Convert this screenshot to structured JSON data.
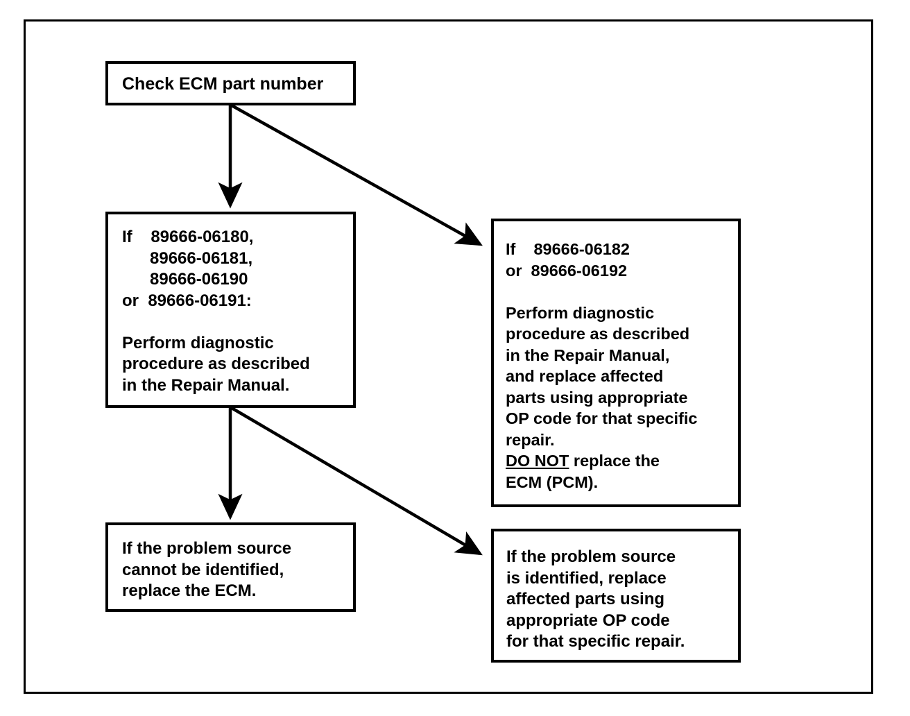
{
  "diagram": {
    "title": "ECM part number diagnostic flowchart",
    "frame": {
      "name": "outer-border"
    },
    "nodes": [
      {
        "id": "check-part",
        "text": "Check ECM part number"
      },
      {
        "id": "group-a",
        "text": "If    89666-06180,\n      89666-06181,\n      89666-06190\nor  89666-06191:\n\nPerform diagnostic\nprocedure as described\nin the Repair Manual."
      },
      {
        "id": "group-b",
        "text_before": "If    89666-06182\nor  89666-06192\n\nPerform diagnostic\nprocedure as described\nin the Repair Manual,\nand replace affected\nparts using appropriate\nOP code for that specific\nrepair.\n",
        "emphasis": "DO NOT",
        "text_after": " replace the\nECM (PCM)."
      },
      {
        "id": "result-left",
        "text": "If the problem source\ncannot be identified,\nreplace the ECM."
      },
      {
        "id": "result-right",
        "text": "If the problem source\nis identified, replace\naffected parts using\nappropriate OP code\nfor that specific repair."
      }
    ],
    "edges": [
      {
        "id": "edge-check-to-group-a",
        "from": "check-part",
        "to": "group-a",
        "style": "vertical-arrow"
      },
      {
        "id": "edge-check-to-group-b",
        "from": "check-part",
        "to": "group-b",
        "style": "diagonal-arrow"
      },
      {
        "id": "edge-group-a-to-result-left",
        "from": "group-a",
        "to": "result-left",
        "style": "vertical-arrow"
      },
      {
        "id": "edge-group-a-to-result-right",
        "from": "group-a",
        "to": "result-right",
        "style": "diagonal-arrow"
      }
    ],
    "colors": {
      "stroke": "#000000",
      "background": "#ffffff",
      "text": "#000000"
    }
  }
}
